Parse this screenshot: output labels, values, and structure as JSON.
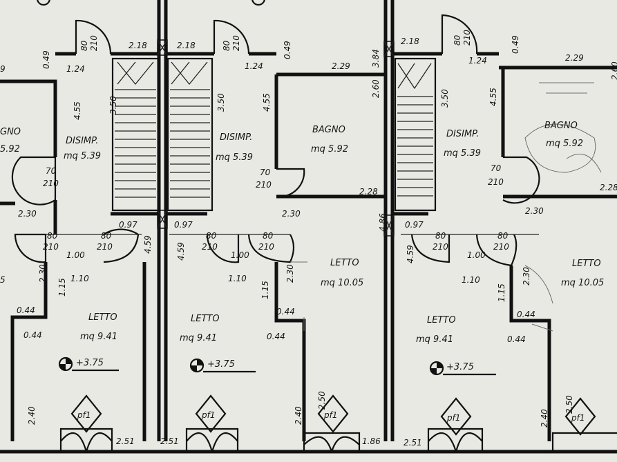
{
  "colors": {
    "paper": "#e9e9e4",
    "ink": "#111111",
    "pencil": "#6d6d6d"
  },
  "rooms": {
    "disimp": "DISIMP.",
    "bagno": "BAGNO",
    "letto": "LETTO",
    "area_left_edge": "5.92",
    "area_disimp": "mq  5.39",
    "area_bagno": "mq  5.92",
    "area_letto": "mq  9.41",
    "area_letto_right": "mq  10.05",
    "bagno_partial": "GNO"
  },
  "dims": {
    "d049": "0.49",
    "d218": "2.18",
    "d124": "1.24",
    "d080": "80",
    "d210": "210",
    "d455": "4.55",
    "d350": "3.50",
    "d229": "2.29",
    "d384": "3.84",
    "d260": "2.60",
    "d228": "2.28",
    "d070": "70",
    "d230": "2.30",
    "d097": "0.97",
    "d100": "1.00",
    "d110": "1.10",
    "d115": "1.15",
    "d044": "0.44",
    "d459": "4.59",
    "d486": "4.86",
    "d240": "2.40",
    "d251": "2.51",
    "d250": "2.50",
    "d186": "1.86",
    "d375": "+3.75",
    "pf1": "pf1",
    "d9": "9",
    "d5": "5",
    "d275": "+3.75"
  }
}
